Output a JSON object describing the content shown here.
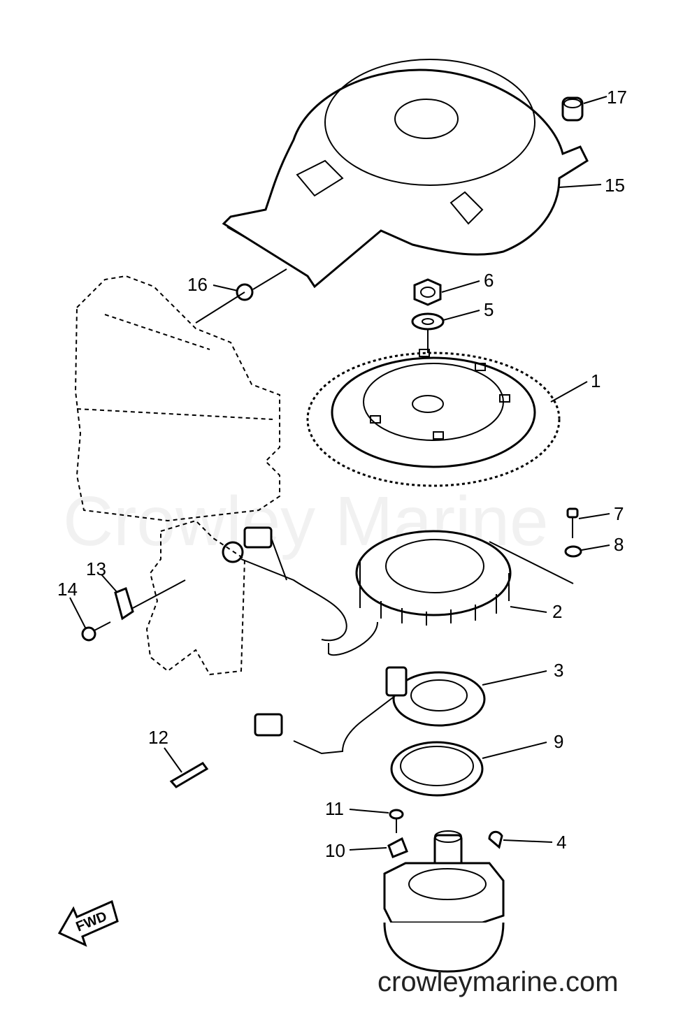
{
  "callouts": [
    {
      "id": "1",
      "label": "1"
    },
    {
      "id": "2",
      "label": "2"
    },
    {
      "id": "3",
      "label": "3"
    },
    {
      "id": "4",
      "label": "4"
    },
    {
      "id": "5",
      "label": "5"
    },
    {
      "id": "6",
      "label": "6"
    },
    {
      "id": "7",
      "label": "7"
    },
    {
      "id": "8",
      "label": "8"
    },
    {
      "id": "9",
      "label": "9"
    },
    {
      "id": "10",
      "label": "10"
    },
    {
      "id": "11",
      "label": "11"
    },
    {
      "id": "12",
      "label": "12"
    },
    {
      "id": "13",
      "label": "13"
    },
    {
      "id": "14",
      "label": "14"
    },
    {
      "id": "15",
      "label": "15"
    },
    {
      "id": "16",
      "label": "16"
    },
    {
      "id": "17",
      "label": "17"
    }
  ],
  "fwd_label": "FWD",
  "watermark": "Crowley Marine",
  "site": "crowleymarine.com",
  "colors": {
    "ink": "#000000",
    "background": "#ffffff"
  }
}
